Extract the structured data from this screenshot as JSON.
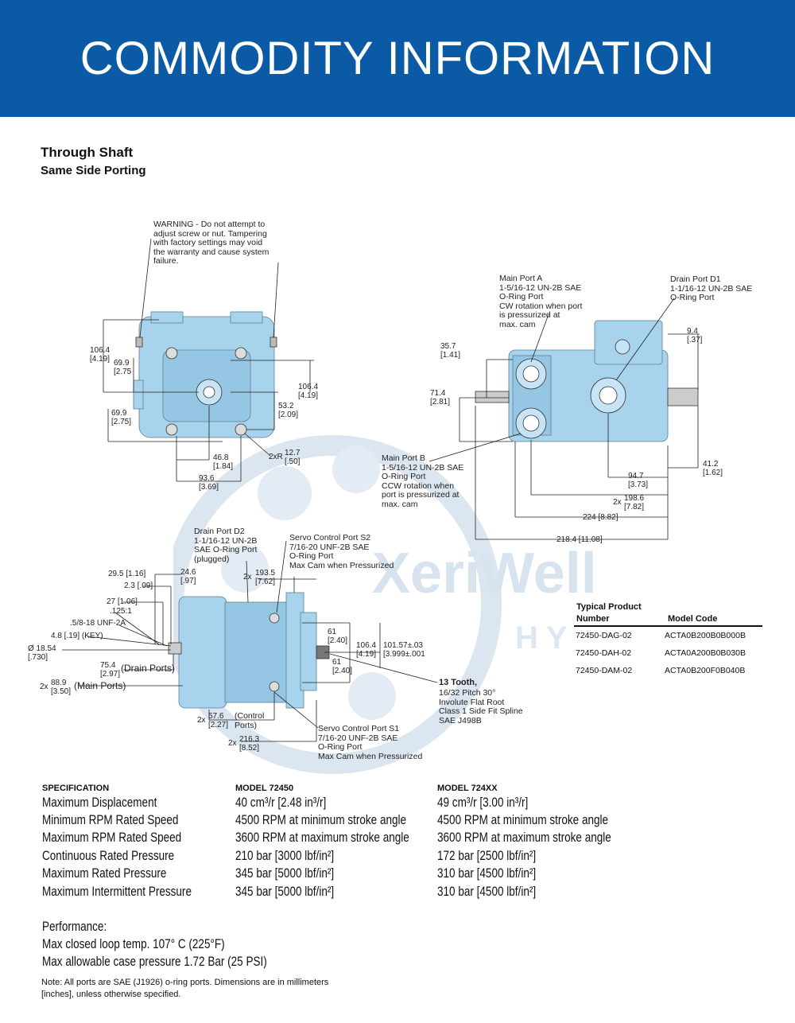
{
  "banner": {
    "title": "COMMODITY INFORMATION",
    "bg": "#0a5aa6"
  },
  "section": {
    "title": "Through Shaft",
    "subtitle": "Same Side Porting"
  },
  "watermark": {
    "text": "XeriWell",
    "subtext": "HY"
  },
  "top_left": {
    "warning": "WARNING - Do not attempt to\nadjust screw or nut. Tampering\nwith factory settings may void\nthe warranty and cause system\nfailure.",
    "d1": "106.4\n[4.19]",
    "d2": "69.9\n[2.75",
    "d3": "106.4\n[4.19]",
    "d4": "53.2\n[2.09]",
    "d5": "69.9\n[2.75]",
    "d6": "2xR",
    "d7": "12.7\n[.50]",
    "d8": "46.8\n[1.84]",
    "d9": "93.6\n[3.69]"
  },
  "top_right": {
    "port_a": "Main Port A\n1-5/16-12 UN-2B SAE\nO-Ring Port\nCW rotation when port\nis pressurized at\nmax. cam",
    "port_d1": "Drain Port D1\n1-1/16-12 UN-2B SAE\nO-Ring Port",
    "d1": "35.7\n[1.41]",
    "d2": "9.4\n[.37]",
    "d3": "71.4\n[2.81]",
    "port_b": "Main Port B\n1-5/16-12 UN-2B SAE\nO-Ring Port\nCCW rotation when\nport is pressurized at\nmax. cam",
    "d4": "41.2\n[1.62]",
    "d5": "94.7\n[3.73]",
    "d6": "2x",
    "d7": "198.6\n[7.82]",
    "d8": "224 [8.82]",
    "d9": "218.4 [11.08]"
  },
  "bottom": {
    "port_d2": "Drain Port D2\n1-1/16-12 UN-2B\nSAE O-Ring Port\n(plugged)",
    "port_s2": "Servo Control Port S2\n7/16-20 UNF-2B SAE\nO-Ring Port\nMax Cam when Pressurized",
    "d_29": "29.5 [1.16]",
    "d_24": "24.6\n[.97]",
    "d_193x": "2x",
    "d_193": "193.5\n[7.62]",
    "d_23": "2.3 [.09]",
    "d_27": "27 [1.06]",
    "d_125": ".125:1",
    "d_thread": ".5/8-18 UNF-2A",
    "d_key": "4.8 [.19] (KEY)",
    "d_dia": "Ø 18.54\n[.730]",
    "d_61a": "61\n[2.40]",
    "d_1064": "106.4\n[4.19]",
    "d_101": "101.57±.03\n[3.999±.001",
    "d_drain": "75.4\n[2.97]",
    "d_drain_lbl": "(Drain Ports)",
    "d_main_x": "2x",
    "d_main": "88.9\n[3.50]",
    "d_main_lbl": "(Main Ports)",
    "d_61b": "61\n[2.40]",
    "spline_bold": "13 Tooth,",
    "spline": "16/32 Pitch 30°\nInvolute Flat Root\nClass 1 Side Fit Spline\nSAE J498B",
    "d_ctrl_x": "2x",
    "d_ctrl": "57.6\n[2.27]",
    "d_ctrl_lbl": "(Control\nPorts)",
    "d_216x": "2x",
    "d_216": "216.3\n[8.52]",
    "port_s1": "Servo Control Port S1\n7/16-20 UNF-2B SAE\nO-Ring Port\nMax Cam when Pressurized"
  },
  "typical_product": {
    "title": "Typical Product",
    "col1": "Number",
    "col2": "Model Code",
    "rows": [
      [
        "72450-DAG-02",
        "ACTA0B200B0B000B"
      ],
      [
        "72450-DAH-02",
        "ACTA0A200B0B030B"
      ],
      [
        "72450-DAM-02",
        "ACTA0B200F0B040B"
      ]
    ]
  },
  "spec": {
    "headers": [
      "SPECIFICATION",
      "MODEL 72450",
      "MODEL 724XX"
    ],
    "rows": [
      [
        "Maximum Displacement",
        "40 cm³/r [2.48 in³/r]",
        "49 cm³/r [3.00 in³/r]"
      ],
      [
        "Minimum RPM Rated Speed",
        "4500 RPM at minimum stroke angle",
        "4500 RPM at minimum stroke angle"
      ],
      [
        "Maximum RPM Rated Speed",
        "3600 RPM at maximum stroke angle",
        "3600 RPM at maximum stroke angle"
      ],
      [
        "Continuous Rated Pressure",
        "210 bar [3000 lbf/in²]",
        "172 bar [2500 lbf/in²]"
      ],
      [
        "Maximum Rated Pressure",
        "345 bar [5000 lbf/in²]",
        "310 bar [4500 lbf/in²]"
      ],
      [
        "Maximum Intermittent Pressure",
        "345 bar [5000 lbf/in²]",
        "310 bar [4500 lbf/in²]"
      ]
    ]
  },
  "performance": {
    "title": "Performance:",
    "line1": "Max closed loop temp. 107° C (225°F)",
    "line2": "Max allowable case pressure 1.72 Bar (25 PSI)"
  },
  "note": {
    "line1": "Note:  All ports are SAE (J1926) o-ring ports.  Dimensions are in millimeters",
    "line2": "[inches], unless otherwise specified."
  }
}
